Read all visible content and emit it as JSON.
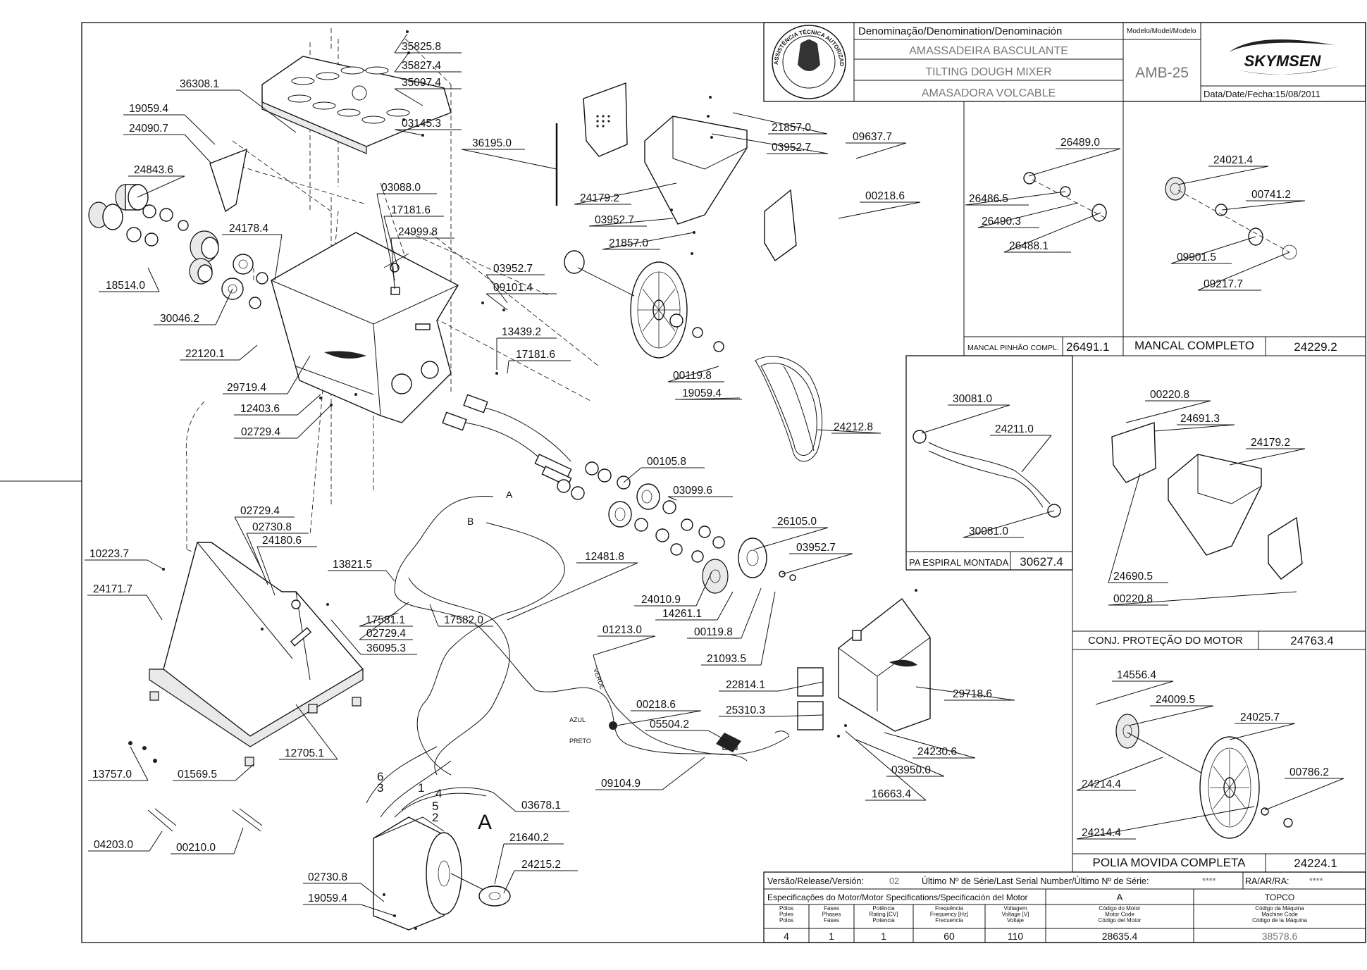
{
  "title_block": {
    "denomination_header": "Denominação/Denomination/Denominación",
    "model_header": "Modelo/Model/Modelo",
    "name_pt": "AMASSADEIRA BASCULANTE",
    "name_en": "TILTING DOUGH MIXER",
    "name_es": "AMASADORA VOLCABLE",
    "model": "AMB-25",
    "brand": "SKYMSEN",
    "date_label": "Data/Date/Fecha:15/08/2011",
    "seal_text": "ASSISTÊNCIA TÉCNICA AUTORIZADA"
  },
  "subassemblies": [
    {
      "name": "MANCAL PINHÃO COMPL.",
      "code": "26491.1"
    },
    {
      "name": "MANCAL COMPLETO",
      "code": "24229.2"
    },
    {
      "name": "PA ESPIRAL MONTADA",
      "code": "30627.4"
    },
    {
      "name": "CONJ. PROTEÇÃO DO MOTOR",
      "code": "24763.4"
    },
    {
      "name": "POLIA MOVIDA COMPLETA",
      "code": "24224.1"
    }
  ],
  "part_labels": [
    "35825.8",
    "35827.4",
    "35097.4",
    "36308.1",
    "03145.3",
    "19059.4",
    "24090.7",
    "36195.0",
    "24843.6",
    "03088.0",
    "17181.6",
    "24999.8",
    "24178.4",
    "18514.0",
    "30046.2",
    "03952.7",
    "09101.4",
    "13439.2",
    "17181.6",
    "22120.1",
    "29719.4",
    "12403.6",
    "02729.4",
    "00119.8",
    "19059.4",
    "24212.8",
    "21857.0",
    "03952.7",
    "09637.7",
    "24179.2",
    "03952.7",
    "21857.0",
    "00218.6",
    "00105.8",
    "03099.6",
    "26105.0",
    "03952.7",
    "10223.7",
    "24171.7",
    "02729.4",
    "02730.8",
    "24180.6",
    "13821.5",
    "17581.1",
    "02729.4",
    "17582.0",
    "36095.3",
    "12481.8",
    "24010.9",
    "14261.1",
    "00119.8",
    "21093.5",
    "01213.0",
    "00218.6",
    "05504.2",
    "22814.1",
    "25310.3",
    "29718.6",
    "24230.6",
    "03950.0",
    "16663.4",
    "09104.9",
    "13757.0",
    "01569.5",
    "12705.1",
    "03678.1",
    "04203.0",
    "00210.0",
    "21640.2",
    "24215.2",
    "02730.8",
    "19059.4",
    "26489.0",
    "26486.5",
    "26490.3",
    "26488.1",
    "24021.4",
    "00741.2",
    "09901.5",
    "09217.7",
    "30081.0",
    "24211.0",
    "30081.0",
    "00220.8",
    "24691.3",
    "24179.2",
    "24690.5",
    "00220.8",
    "14556.4",
    "24009.5",
    "24025.7",
    "00786.2",
    "24214.4",
    "24214.4"
  ],
  "wire_labels": {
    "a": "A",
    "b": "B",
    "azul": "AZUL",
    "preto": "PRETO",
    "verde": "VERDE",
    "motor_tag": "A",
    "n6": "6",
    "n3": "3",
    "n1": "1",
    "n4": "4",
    "n5": "5",
    "n2": "2"
  },
  "release": {
    "version_label": "Versão/Release/Versión:",
    "version_value": "02",
    "serial_label": "Último Nº de Série/Last Serial Number/Último Nº de Série:",
    "serial_value": "****",
    "ra_label": "RA/AR/RA:",
    "ra_value": "****"
  },
  "motor_specs": {
    "header": "Especificações do Motor/Motor Specifications/Specificación del Motor",
    "columns": [
      {
        "label": [
          "Pólos",
          "Poles",
          "Polos"
        ],
        "value": "4"
      },
      {
        "label": [
          "Fases",
          "Phases",
          "Fases"
        ],
        "value": "1"
      },
      {
        "label": [
          "Potência",
          "Rating [CV]",
          "Potencia"
        ],
        "value": "1"
      },
      {
        "label": [
          "Frequência",
          "Frequency [Hz]",
          "Frecuencia"
        ],
        "value": "60"
      },
      {
        "label": [
          "Voltagem",
          "Voltage [V]",
          "Voltaje"
        ],
        "value": "110"
      }
    ],
    "motor_code": {
      "col_header": "A",
      "label": [
        "Código do Motor",
        "Motor Code",
        "Código del Motor"
      ],
      "value": "28635.4"
    },
    "machine_code": {
      "col_header": "TOPCO",
      "label": [
        "Código da Máquina",
        "Machine Code",
        "Código de la Máquina"
      ],
      "value": "38578.6"
    }
  }
}
